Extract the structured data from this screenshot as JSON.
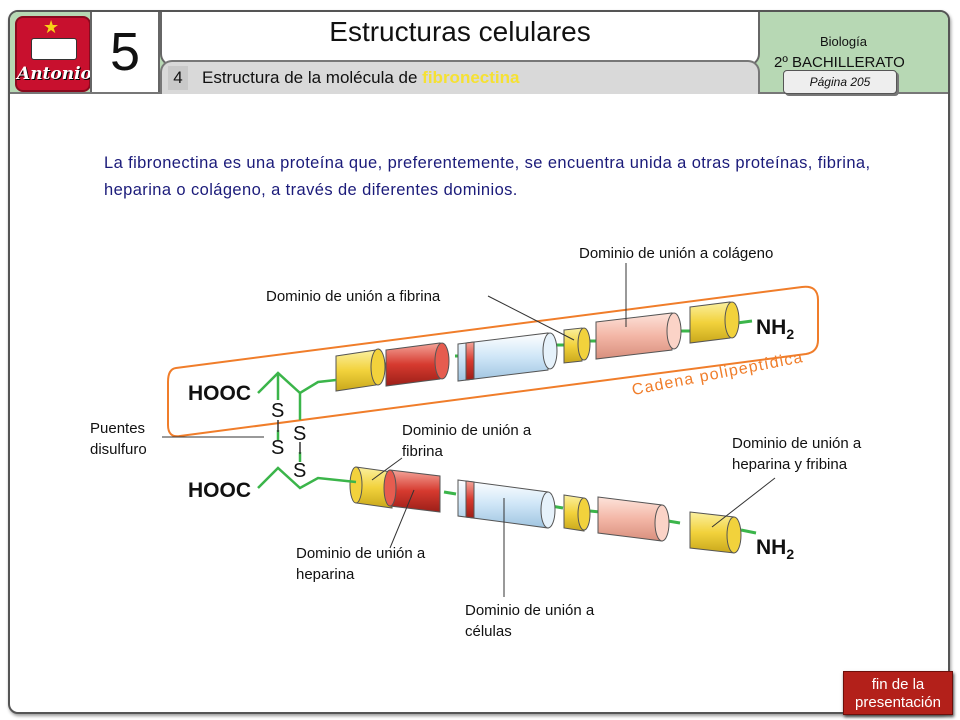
{
  "header": {
    "logo_text": "Antonio",
    "unit_number": "5",
    "title": "Estructuras celulares",
    "section_number": "4",
    "section_title_prefix": "Estructura de la molécula de ",
    "section_title_highlight": "fibronectina",
    "subject": "Biología",
    "course": "2º BACHILLERATO",
    "page": "Página 205"
  },
  "intro_text": "La fibronectina es una proteína que, preferentemente, se encuentra unida a otras proteínas, fibrina, heparina o colágeno, a través de diferentes dominios.",
  "diagram": {
    "labels": {
      "collagen_domain": "Dominio de unión a colágeno",
      "fibrin_domain_top": "Dominio de unión a fibrina",
      "polypeptide_chain": "Cadena polipeptídica",
      "disulfide_bridges": "Puentes disulfuro",
      "fibrin_domain_bottom": "Dominio de unión a fibrina",
      "heparin_fibrin_domain": "Dominio de unión a heparina y fribina",
      "heparin_domain": "Dominio de unión a heparina",
      "cell_domain": "Dominio de unión a células"
    },
    "chemical": {
      "cooh_top": "HOOC",
      "cooh_bottom": "HOOC",
      "nh2_top": "NH",
      "nh2_bottom": "NH",
      "subscript": "2",
      "sulfur": "S"
    },
    "colors": {
      "yellow": "#f2d23c",
      "red": "#d63a2f",
      "pink": "#f3b6a6",
      "blue": "#cfe6f7",
      "linker": "#3bb54a",
      "chain_outline": "#f07d2a"
    }
  },
  "footer": {
    "end_button_line1": "fin de la",
    "end_button_line2": "presentación"
  }
}
